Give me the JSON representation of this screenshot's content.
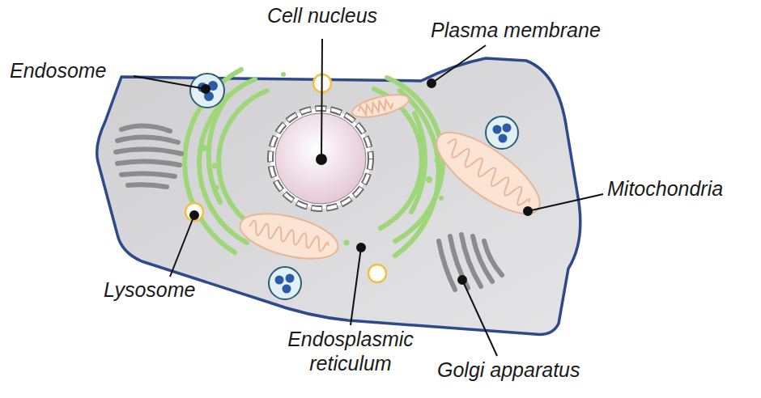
{
  "diagram": {
    "labels": [
      "Cell nucleus",
      "Plasma membrane",
      "Endosome",
      "Mitochondria",
      "Lysosome",
      "Endosplasmic reticulum",
      "Golgi apparatus"
    ]
  }
}
